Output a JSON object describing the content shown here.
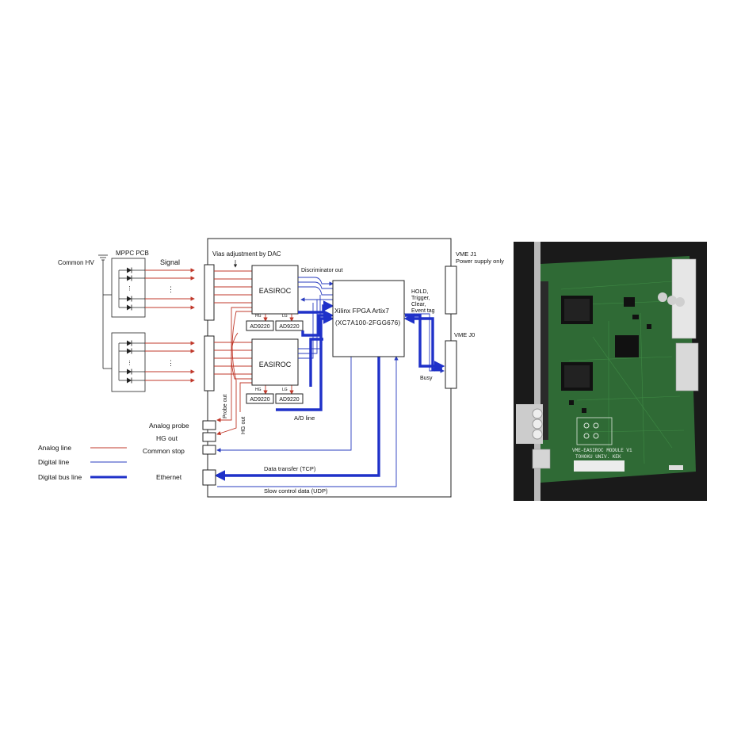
{
  "diagram": {
    "blocks": {
      "mppc_pcb": "MPPC PCB",
      "easiroc": "EASIROC",
      "adc": "AD9220",
      "fpga_line1": "Xilinx FPGA Artix7",
      "fpga_line2": "(XC7A100-2FGG676)"
    },
    "labels": {
      "common_hv": "Common HV",
      "signal": "Signal",
      "vias": "Vias adjustment by DAC",
      "discriminator": "Discriminator out",
      "hold": "HOLD,",
      "trigger": "Trigger,",
      "clear": "Clear,",
      "event_tag": "Event tag",
      "vme_j1": "VME J1",
      "vme_j1_sub": "Power supply only",
      "vme_j0": "VME J0",
      "busy": "Busy",
      "hg": "HG",
      "lg": "LG",
      "probe_out": "Probe out",
      "hg_out_vertical": "HG out",
      "ad_line": "A/D line",
      "analog_probe": "Analog probe",
      "hg_out": "HG out",
      "common_stop": "Common stop",
      "ethernet": "Ethernet",
      "data_transfer": "Data transfer (TCP)",
      "slow_control": "Slow control data (UDP)"
    },
    "legend": {
      "analog": "Analog line",
      "digital": "Digital line",
      "digital_bus": "Digital bus line"
    },
    "colors": {
      "analog": "#c0392b",
      "digital": "#2a3cbf",
      "bus": "#1f31c9",
      "pcb_green": "#2f6a35"
    }
  },
  "photo": {
    "silk_line1": "VME-EASIROC MODULE V1",
    "silk_line2": "TOHOKU UNIV. KEK"
  }
}
